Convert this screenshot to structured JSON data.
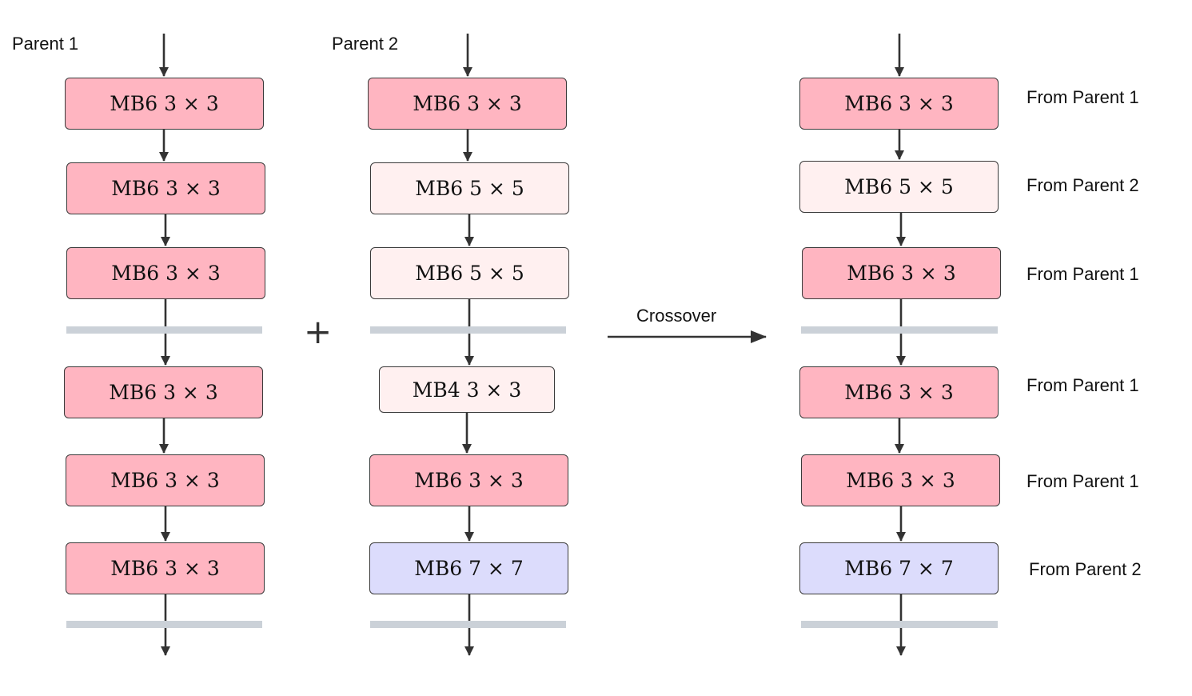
{
  "colors": {
    "pink": "#ffb5c1",
    "light_pink": "#fff0f0",
    "lavender": "#dcdcfc",
    "separator": "#cbd1d8",
    "arrow": "#333333"
  },
  "parent1": {
    "title": "Parent 1",
    "blocks": [
      {
        "label": "MB6 3 × 3",
        "color": "pink"
      },
      {
        "label": "MB6 3 × 3",
        "color": "pink"
      },
      {
        "label": "MB6 3 × 3",
        "color": "pink"
      },
      {
        "label": "MB6 3 × 3",
        "color": "pink"
      },
      {
        "label": "MB6 3 × 3",
        "color": "pink"
      },
      {
        "label": "MB6 3 × 3",
        "color": "pink"
      }
    ]
  },
  "plus_symbol": "+",
  "parent2": {
    "title": "Parent 2",
    "blocks": [
      {
        "label": "MB6 3 × 3",
        "color": "pink"
      },
      {
        "label": "MB6 5 × 5",
        "color": "light_pink"
      },
      {
        "label": "MB6 5 × 5",
        "color": "light_pink"
      },
      {
        "label": "MB4 3 × 3",
        "color": "light_pink"
      },
      {
        "label": "MB6 3 × 3",
        "color": "pink"
      },
      {
        "label": "MB6 7 × 7",
        "color": "lavender"
      }
    ]
  },
  "crossover_label": "Crossover",
  "child": {
    "blocks": [
      {
        "label": "MB6 3 × 3",
        "color": "pink",
        "source": "From Parent 1"
      },
      {
        "label": "MB6 5 × 5",
        "color": "light_pink",
        "source": "From Parent 2"
      },
      {
        "label": "MB6 3 × 3",
        "color": "pink",
        "source": "From Parent 1"
      },
      {
        "label": "MB6 3 × 3",
        "color": "pink",
        "source": "From Parent 1"
      },
      {
        "label": "MB6 3 × 3",
        "color": "pink",
        "source": "From Parent 1"
      },
      {
        "label": "MB6 7 × 7",
        "color": "lavender",
        "source": "From Parent 2"
      }
    ]
  }
}
